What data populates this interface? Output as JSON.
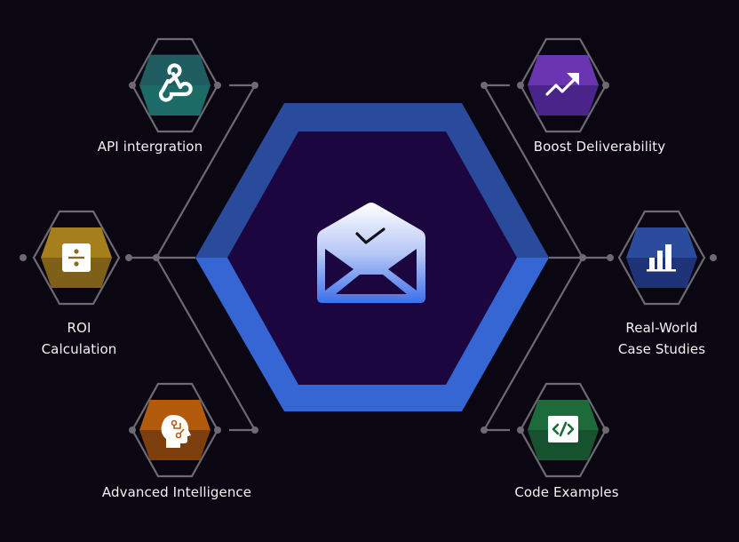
{
  "diagram": {
    "background": "#0a0712",
    "center": {
      "icon": "envelope-open-check-icon",
      "outer_top_color": "#2a4a9c",
      "outer_bottom_color": "#3566d4",
      "inner_color": "#1c0640"
    },
    "connector_color": "#6d6a72",
    "nodes": [
      {
        "id": "api",
        "label": "API intergration",
        "icon": "webhook-icon",
        "color_top": "#1f5d60",
        "color_bottom": "#1c6b66",
        "side": "left",
        "position": "top"
      },
      {
        "id": "roi",
        "label_line1": "ROI",
        "label_line2": "Calculation",
        "icon": "divide-icon",
        "color_top": "#a57f1c",
        "color_bottom": "#7e6019",
        "side": "left",
        "position": "middle"
      },
      {
        "id": "ai",
        "label": "Advanced Intelligence",
        "icon": "ai-head-icon",
        "color_top": "#b35b0d",
        "color_bottom": "#7e3f0e",
        "side": "left",
        "position": "bottom"
      },
      {
        "id": "boost",
        "label": "Boost Deliverability",
        "icon": "trending-up-icon",
        "color_top": "#6a35b0",
        "color_bottom": "#4a2488",
        "side": "right",
        "position": "top"
      },
      {
        "id": "cases",
        "label_line1": "Real-World",
        "label_line2": "Case Studies",
        "icon": "bar-chart-icon",
        "color_top": "#2b4b9c",
        "color_bottom": "#1e3378",
        "side": "right",
        "position": "middle"
      },
      {
        "id": "code",
        "label": "Code Examples",
        "icon": "code-icon",
        "color_top": "#1d6a3a",
        "color_bottom": "#16522d",
        "side": "right",
        "position": "bottom"
      }
    ]
  }
}
